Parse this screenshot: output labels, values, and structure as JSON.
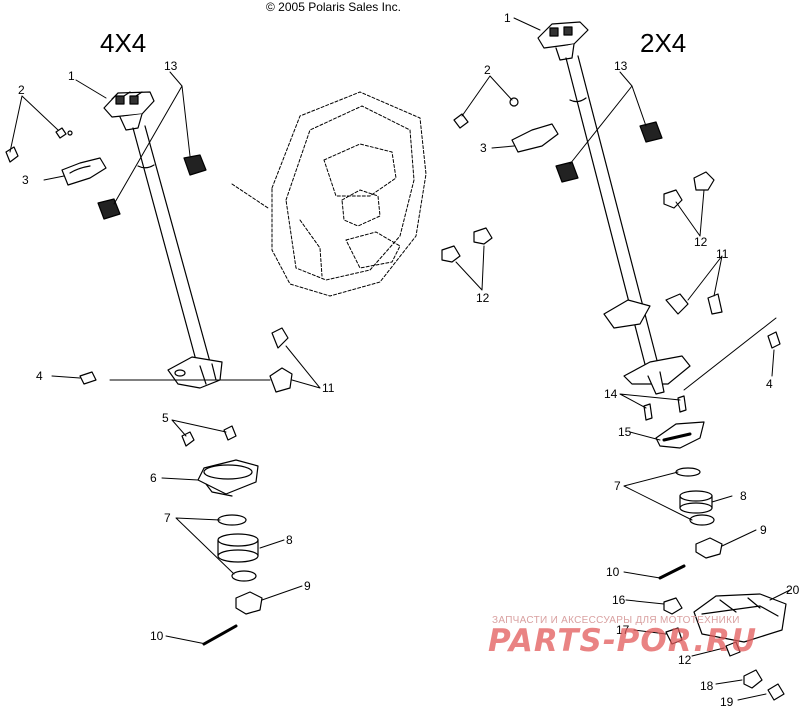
{
  "copyright": "© 2005 Polaris Sales Inc.",
  "sections": {
    "left": "4X4",
    "right": "2X4"
  },
  "callouts": {
    "l1": "1",
    "l2": "2",
    "l3": "3",
    "l13": "13",
    "l4": "4",
    "l11": "11",
    "l5": "5",
    "l6": "6",
    "l7": "7",
    "l8": "8",
    "l9": "9",
    "l10": "10",
    "r1": "1",
    "r2": "2",
    "r3": "3",
    "r13": "13",
    "r12a": "12",
    "r12b": "12",
    "r11": "11",
    "r4": "4",
    "r14": "14",
    "r15": "15",
    "r7": "7",
    "r8": "8",
    "r9": "9",
    "r10": "10",
    "r16": "16",
    "r20": "20",
    "r17": "17",
    "r12c": "12",
    "r18": "18",
    "r19": "19"
  },
  "watermark": {
    "caption": "ЗАПЧАСТИ И АКСЕССУАРЫ ДЛЯ МОТОТЕХНИКИ",
    "brand": "PARTS-POR.RU"
  },
  "colors": {
    "ink": "#000000",
    "watermark": "#e25a5a"
  }
}
